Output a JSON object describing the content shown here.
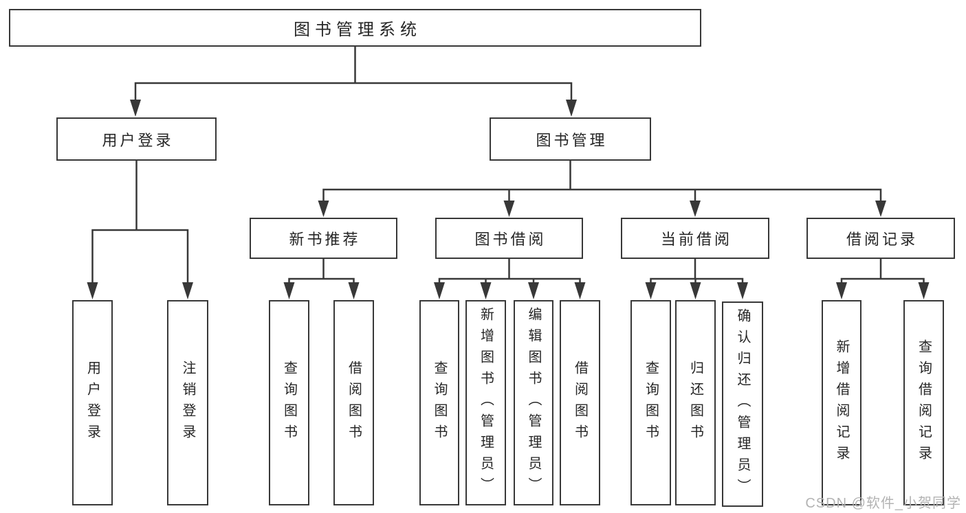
{
  "diagram": {
    "root": "图书管理系统",
    "branches": {
      "user_login": "用户登录",
      "book_management": "图书管理"
    },
    "sections": {
      "new_books": "新书推荐",
      "book_borrow": "图书借阅",
      "current_borrow": "当前借阅",
      "borrow_records": "借阅记录"
    },
    "leaves": {
      "user_login": [
        "用户登录",
        "注销登录"
      ],
      "new_books": [
        "查询图书",
        "借阅图书"
      ],
      "book_borrow": [
        "查询图书",
        "新增图书（管理员）",
        "编辑图书（管理员）",
        "借阅图书"
      ],
      "current_borrow": [
        "查询图书",
        "归还图书",
        "确认归还（管理员）"
      ],
      "borrow_records": [
        "新增借阅记录",
        "查询借阅记录"
      ]
    }
  },
  "watermark": "CSDN @软件_小贺同学",
  "colors": {
    "line": "#383838",
    "text": "#262626",
    "watermark": "#b3b3b3",
    "background": "#ffffff"
  }
}
